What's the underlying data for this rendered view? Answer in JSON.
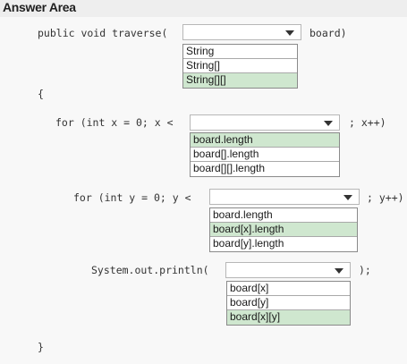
{
  "header": {
    "title": "Answer Area"
  },
  "code": {
    "line1_prefix": "public void traverse(",
    "line1_suffix": "board)",
    "open_brace": "{",
    "line2_prefix": "for (int x = 0; x <",
    "line2_suffix": "; x++)",
    "line3_prefix": "for (int y = 0; y <",
    "line3_suffix": "; y++)",
    "line4_prefix": "System.out.println(",
    "line4_suffix": ");",
    "close_brace": "}"
  },
  "dropdowns": {
    "type": {
      "options": [
        "String",
        "String[]",
        "String[][]"
      ],
      "selected": "String[][]"
    },
    "x_bound": {
      "options": [
        "board.length",
        "board[].length",
        "board[][].length"
      ],
      "selected": "board.length"
    },
    "y_bound": {
      "options": [
        "board.length",
        "board[x].length",
        "board[y].length"
      ],
      "selected": "board[x].length"
    },
    "print_arg": {
      "options": [
        "board[x]",
        "board[y]",
        "board[x][y]"
      ],
      "selected": "board[x][y]"
    }
  },
  "colors": {
    "selected_option": "#cfe7cf",
    "header_bg": "#eeeeee",
    "panel_bg": "#f8f8f8"
  }
}
